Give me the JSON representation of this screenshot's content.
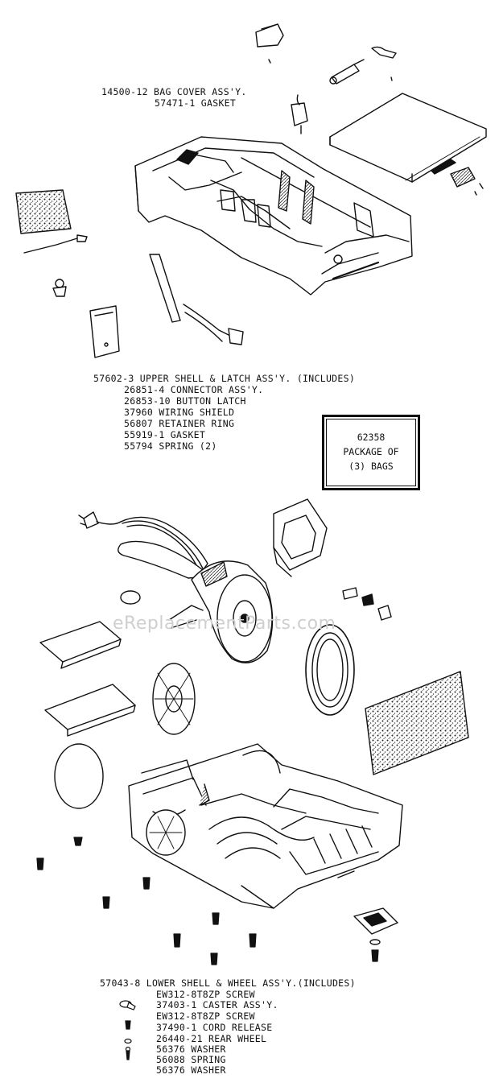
{
  "watermark": "eReplacementParts.com",
  "bag_cover": {
    "line1": "14500-12 BAG COVER ASS'Y.",
    "line2": "57471-1 GASKET"
  },
  "upper_shell": {
    "title": "57602-3 UPPER SHELL & LATCH ASS'Y. (INCLUDES)",
    "items": [
      "26851-4 CONNECTOR ASS'Y.",
      "26853-10 BUTTON LATCH",
      "37960 WIRING SHIELD",
      "56807 RETAINER RING",
      "55919-1 GASKET",
      "55794 SPRING (2)"
    ]
  },
  "bag_package": {
    "part": "62358",
    "line2": "PACKAGE OF",
    "line3": "(3) BAGS"
  },
  "lower_shell": {
    "title": "57043-8 LOWER SHELL & WHEEL ASS'Y.(INCLUDES)",
    "items": [
      {
        "icon": "caster-icon",
        "text": "EW312-8T8ZP SCREW"
      },
      {
        "icon": "caster-icon",
        "text": "37403-1 CASTER ASS'Y."
      },
      {
        "icon": "screw-icon",
        "text": "EW312-8T8ZP SCREW"
      },
      {
        "icon": "screw-icon",
        "text": "37490-1 CORD RELEASE"
      },
      {
        "icon": "washer-icon",
        "text": "26440-21 REAR WHEEL"
      },
      {
        "icon": "washer-icon",
        "text": "56376 WASHER"
      },
      {
        "icon": "spring-icon",
        "text": "56088 SPRING"
      },
      {
        "icon": "spring-icon",
        "text": "56376 WASHER"
      }
    ]
  }
}
